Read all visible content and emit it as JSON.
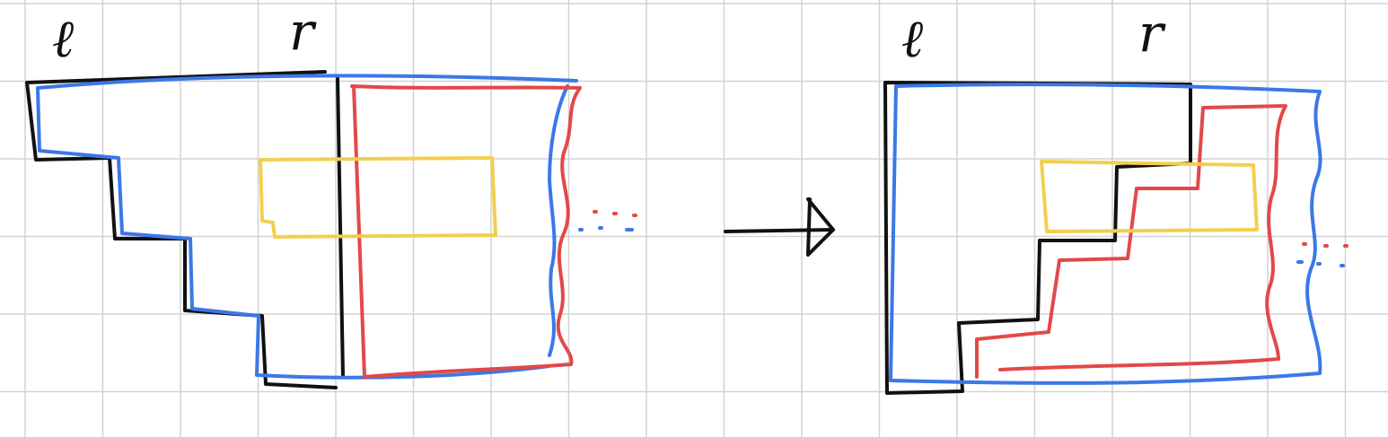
{
  "labels": {
    "left_l": "ℓ",
    "left_r": "r",
    "right_l": "ℓ",
    "right_r": "r"
  },
  "colors": {
    "grid": "#d2d2d2",
    "black": "#111111",
    "blue": "#3b78e7",
    "red": "#e34848",
    "yellow": "#f2cf4f",
    "background": "#ffffff"
  }
}
